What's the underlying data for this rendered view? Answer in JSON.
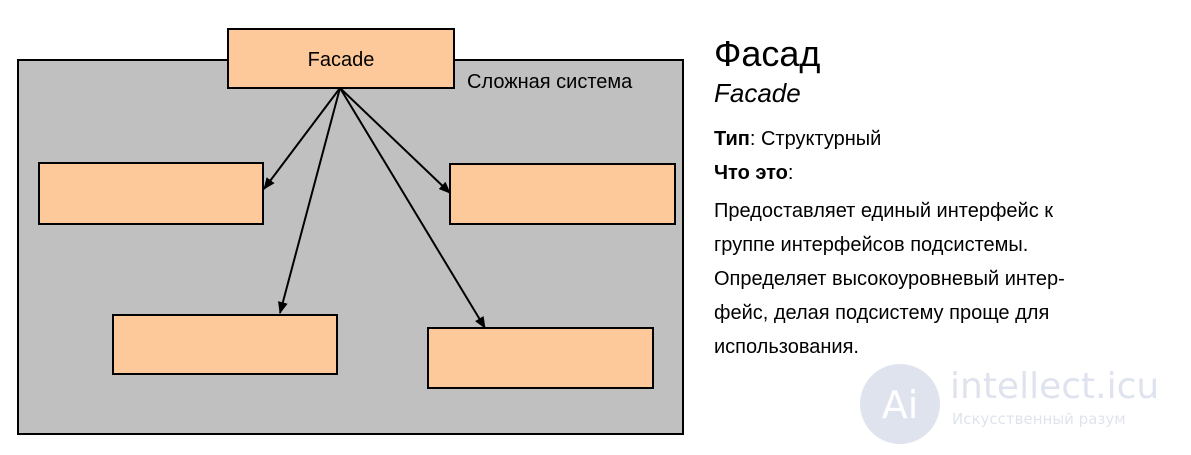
{
  "diagram": {
    "system_label": "Сложная система",
    "facade_label": "Facade",
    "colors": {
      "system_fill": "#c0c0c0",
      "box_fill": "#fdc99a",
      "stroke": "#000000"
    }
  },
  "info": {
    "title": "Фасад",
    "subtitle": "Facade",
    "type_key": "Тип",
    "type_value": "Структурный",
    "what_key": "Что это",
    "what_suffix": ":",
    "description_lines": [
      "Предоставляет единый интерфейс к",
      "группе интерфейсов подсистемы.",
      "Определяет высокоуровневый интер-",
      "фейс, делая подсистему проще для",
      "использования."
    ]
  },
  "watermark": {
    "logo_text": "Ai",
    "name": "intellect.icu",
    "tagline": "Искусственный разум"
  }
}
